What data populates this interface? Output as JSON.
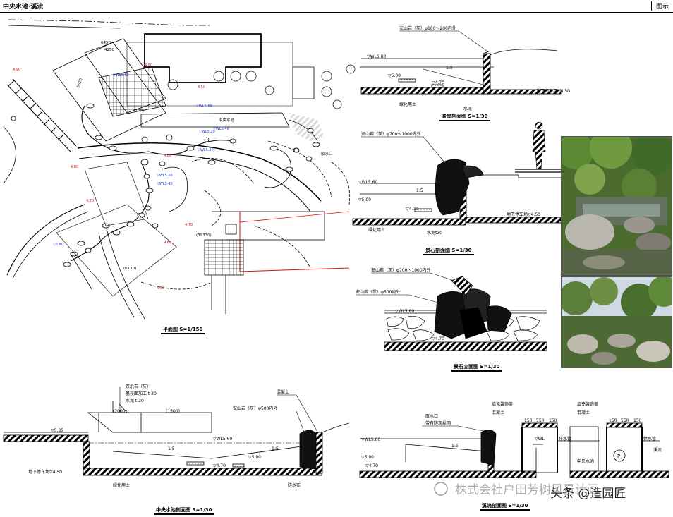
{
  "header": {
    "title": "中央水池·溪流",
    "right_label": "图示"
  },
  "captions": {
    "plan": "平面图 S=1/150",
    "sec_a": "驳岸剖面图 S=1/30",
    "sec_b": "景石剖面图 S=1/30",
    "sec_c": "景石立面图 S=1/30",
    "sec_main": "中央水池剖面图 S=1/30",
    "sec_stream": "溪流剖面图 S=1/30"
  },
  "plan_labels": {
    "dim_6450": "6450",
    "dim_4250": "4250",
    "dim_5620": "5620",
    "dim_7750": "7750",
    "dim_39330": "(39330)",
    "dim_6130": "(6130)",
    "blue_levels": [
      "▽WL5.60",
      "▽WL5.40",
      "▽WL5.20",
      "▽5.80"
    ],
    "red_levels": [
      "4.90",
      "4.80",
      "4.70",
      "4.60",
      "4.50"
    ],
    "pool_label": "中央水池",
    "inlet_label": "取水口"
  },
  "sec_a": {
    "stone_note": "安山岩（灰）φ100～200内外",
    "wl": "▽WL5.80",
    "lvl_500": "▽5.00",
    "lvl_470": "▽4.70",
    "slope": "1:5",
    "parking": "地下停车场▽4.50",
    "soil": "绿化用土",
    "concrete": "水泥"
  },
  "sec_b": {
    "stone_note": "安山岩（灰）φ700～1000内外",
    "wl": "▽WL5.60",
    "lvl_500": "▽5.00",
    "lvl_470": "▽4.70",
    "slope": "1:5",
    "parking": "地下停车场▽4.50",
    "soil": "绿化用土",
    "concrete": "水泥t30"
  },
  "sec_c": {
    "stone_note1": "安山岩（灰）φ700～1000内外",
    "stone_note2": "安山岩（灰）φ500内外",
    "wl": "▽WL5.60",
    "lvl_470": "▽4.70"
  },
  "sec_main": {
    "stone_title": "京浜石（灰）",
    "stone_note1": "基枝面加工 t 30",
    "stone_note2": "水泥 t 20",
    "dim_2000": "(2000)",
    "dim_1500": "(1500)",
    "lvl_585": "▽5.85",
    "wl": "▽WL5.60",
    "lvl_500": "▽5.00",
    "lvl_470": "▽4.70",
    "slope1": "1:5",
    "slope2": "1:5",
    "rock_note": "安山岩（灰）φ500内外",
    "concrete": "混凝土",
    "parking": "地下停车场▽4.50",
    "soil": "绿化用土",
    "waterproof": "防水布"
  },
  "sec_stream": {
    "wl": "▽WL5.60",
    "lvl_500": "▽5.00",
    "lvl_470": "▽4.70",
    "slope": "1:5",
    "inlet": "取水口",
    "inlet_note": "带有防灰丝网",
    "cover": "填充装饰盖",
    "concrete": "混凝土",
    "dims": [
      "150",
      "550",
      "150"
    ],
    "drain": "排水管",
    "supply": "供水管",
    "stream": "溪流",
    "pool": "中央水池",
    "wl_small": "▽WL",
    "pump": "P"
  },
  "watermark": "株式会社户田芳树风景计画",
  "watermark2": "头条 @造园匠",
  "colors": {
    "blue_label": "#1a33cc",
    "red_label": "#d01010",
    "hatch": "#000000"
  }
}
